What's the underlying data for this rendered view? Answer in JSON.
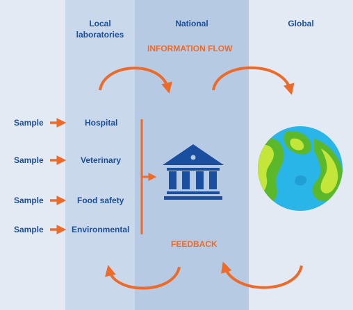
{
  "columns": {
    "local": "Local\nlaboratories",
    "national": "National",
    "global": "Global"
  },
  "information_flow": "INFORMATION FLOW",
  "feedback": "FEEDBACK",
  "samples": [
    "Sample",
    "Sample",
    "Sample",
    "Sample"
  ],
  "labs": [
    "Hospital",
    "Veterinary",
    "Food safety",
    "Environmental"
  ],
  "colors": {
    "background": "#e3eaf4",
    "local_column": "#c9d8ea",
    "national_column": "#b6cbe3",
    "text": "#1b4e9b",
    "arrow": "#ee6a28",
    "building": "#1a4fa0",
    "ocean": "#29b5e8",
    "land_dark": "#5cb82b",
    "land_light": "#c4e63a"
  },
  "icons": {
    "national_lab": "government-building-icon",
    "global": "globe-icon"
  }
}
